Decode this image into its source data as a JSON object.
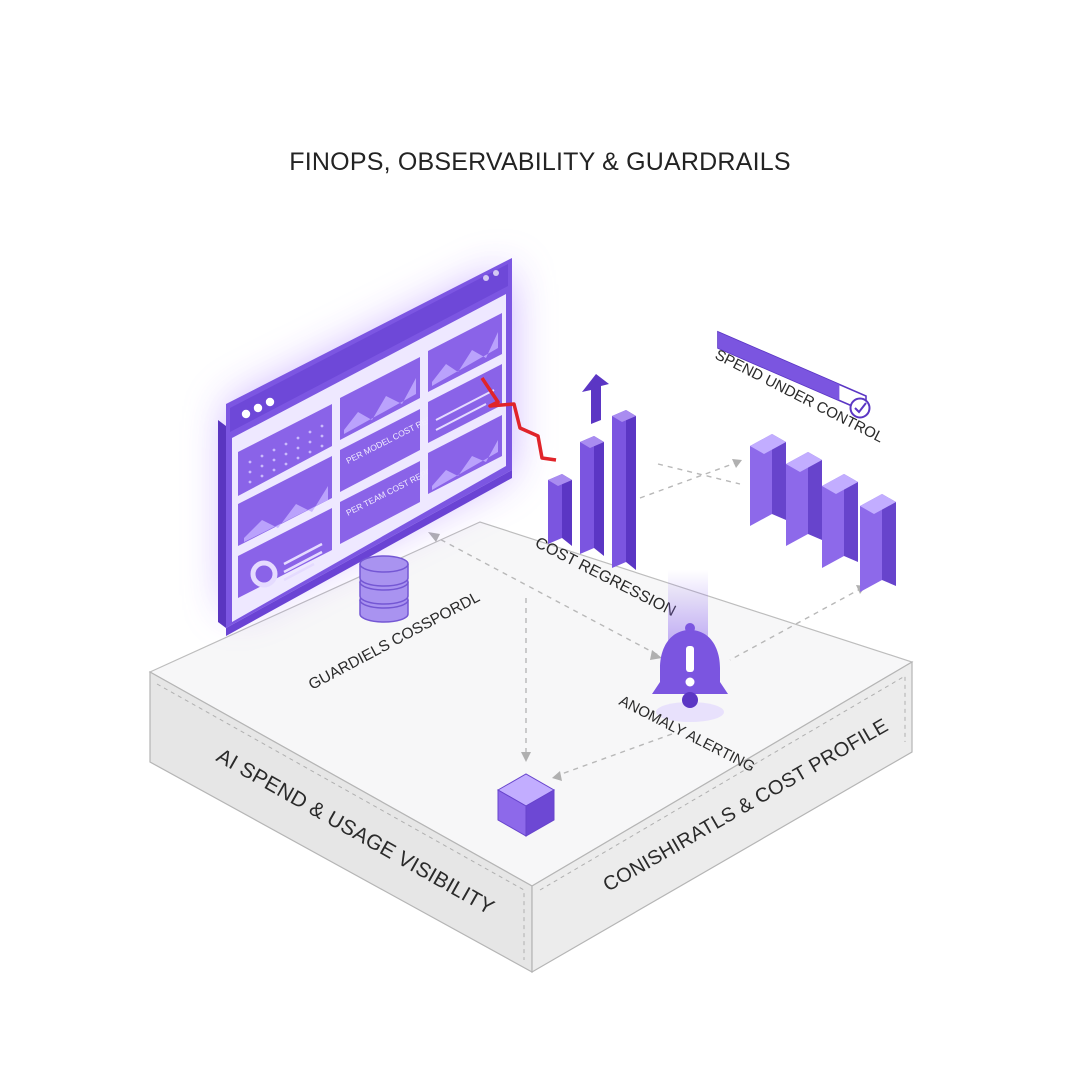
{
  "title": "FINOPS, OBSERVABILITY & GUARDRAILS",
  "dashboard": {
    "panel_per_model": "PER MODEL COST REPORTING",
    "panel_per_team": "PER TEAM COST REPORTING"
  },
  "labels": {
    "guardrails_cost_control": "GUARDIELS COSSPORDL",
    "cost_regression": "COST REGRESSION",
    "spend_under_control": "SPEND UNDER CONTROL",
    "anomaly_alerting": "ANOMALY ALERTING"
  },
  "platform": {
    "left_face": "AI SPEND & USAGE VISIBILITY",
    "right_face": "CONISHIRATLS & COST PROFILE"
  },
  "spend_under_control_progress": 0.82,
  "colors": {
    "accent": "#7b55e0",
    "accent_light": "#a98cf0",
    "accent_dark": "#5b36c4",
    "alert_red": "#e0242a",
    "platform_gray": "#e6e6e6"
  },
  "icons": [
    "database-icon",
    "alert-bell-icon",
    "cube-icon",
    "check-circle-icon",
    "up-arrow-icon"
  ]
}
